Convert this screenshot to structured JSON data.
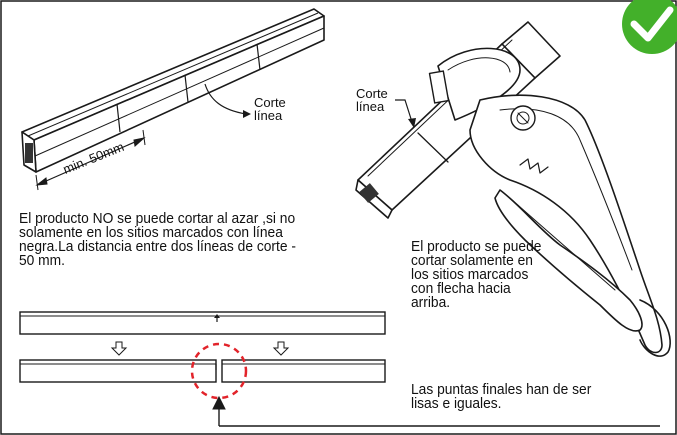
{
  "labels": {
    "corte_linea_left": [
      "Corte",
      "línea"
    ],
    "corte_linea_right": [
      "Corte",
      "línea"
    ],
    "min_distance": "min. 50mm"
  },
  "texts": {
    "left_instruction": [
      "El producto NO se puede cortar al azar ,si no",
      "solamente en los sitios marcados con línea",
      "negra.La distancia entre dos líneas de corte -",
      "50 mm."
    ],
    "right_instruction": [
      "El producto se puede",
      "cortar solamente en",
      "los sitios marcados",
      "con flecha hacia",
      "arriba."
    ],
    "ends_note": [
      "Las puntas finales han de ser",
      "lisas e iguales."
    ]
  },
  "icons": {
    "approval": "check-mark-icon"
  },
  "colors": {
    "check_green": "#43b02a",
    "highlight_red": "#e2232a",
    "line": "#1a1a1a"
  }
}
